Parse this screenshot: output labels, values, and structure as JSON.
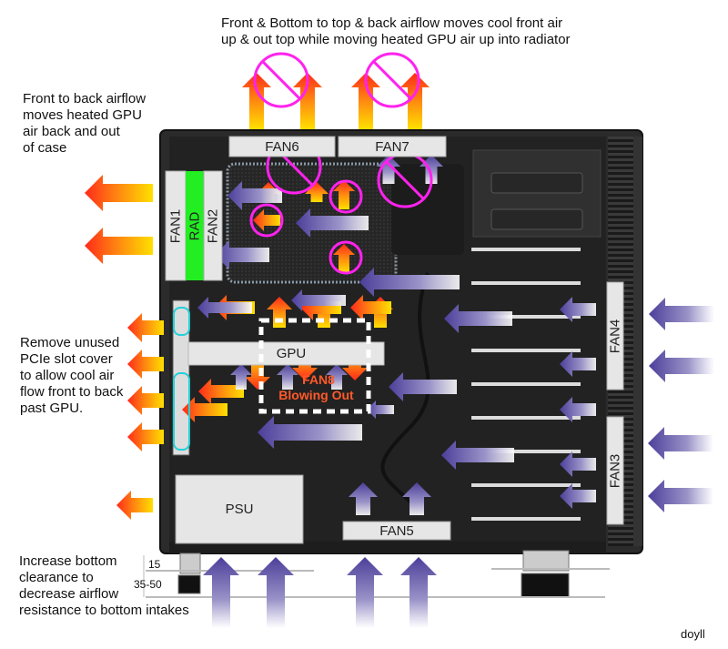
{
  "annotations": {
    "top": "Front & Bottom to top & back airflow moves cool front air\nup & out top while moving heated GPU air up into radiator",
    "top_left": "Front to back airflow\nmoves heated GPU\nair back and out\nof case",
    "left_middle": "Remove unused\nPCIe slot cover\nto allow cool air\nflow front to back\n past GPU.",
    "bottom_left": "Increase bottom\nclearance to\ndecrease airflow\nresistance to bottom intakes",
    "clearance_small": "15",
    "clearance_large": "35-50",
    "signature": "doyll"
  },
  "components": {
    "fan1": "FAN1",
    "rad": "RAD",
    "fan2": "FAN2",
    "fan3": "FAN3",
    "fan4": "FAN4",
    "fan5": "FAN5",
    "fan6": "FAN6",
    "fan7": "FAN7",
    "gpu": "GPU",
    "fan8_line1": "FAN8",
    "fan8_line2": "Blowing Out",
    "psu": "PSU"
  },
  "colors": {
    "hot_air_start": "#ff2a1a",
    "hot_air_end": "#ffe000",
    "cool_air_start": "#4b3f9a",
    "cool_air_end": "#ffffff",
    "no_symbol": "#ff22ee",
    "radiator": "#22ee22",
    "pcie_highlight": "#22d0d8",
    "case_body": "#2b2b2b"
  }
}
